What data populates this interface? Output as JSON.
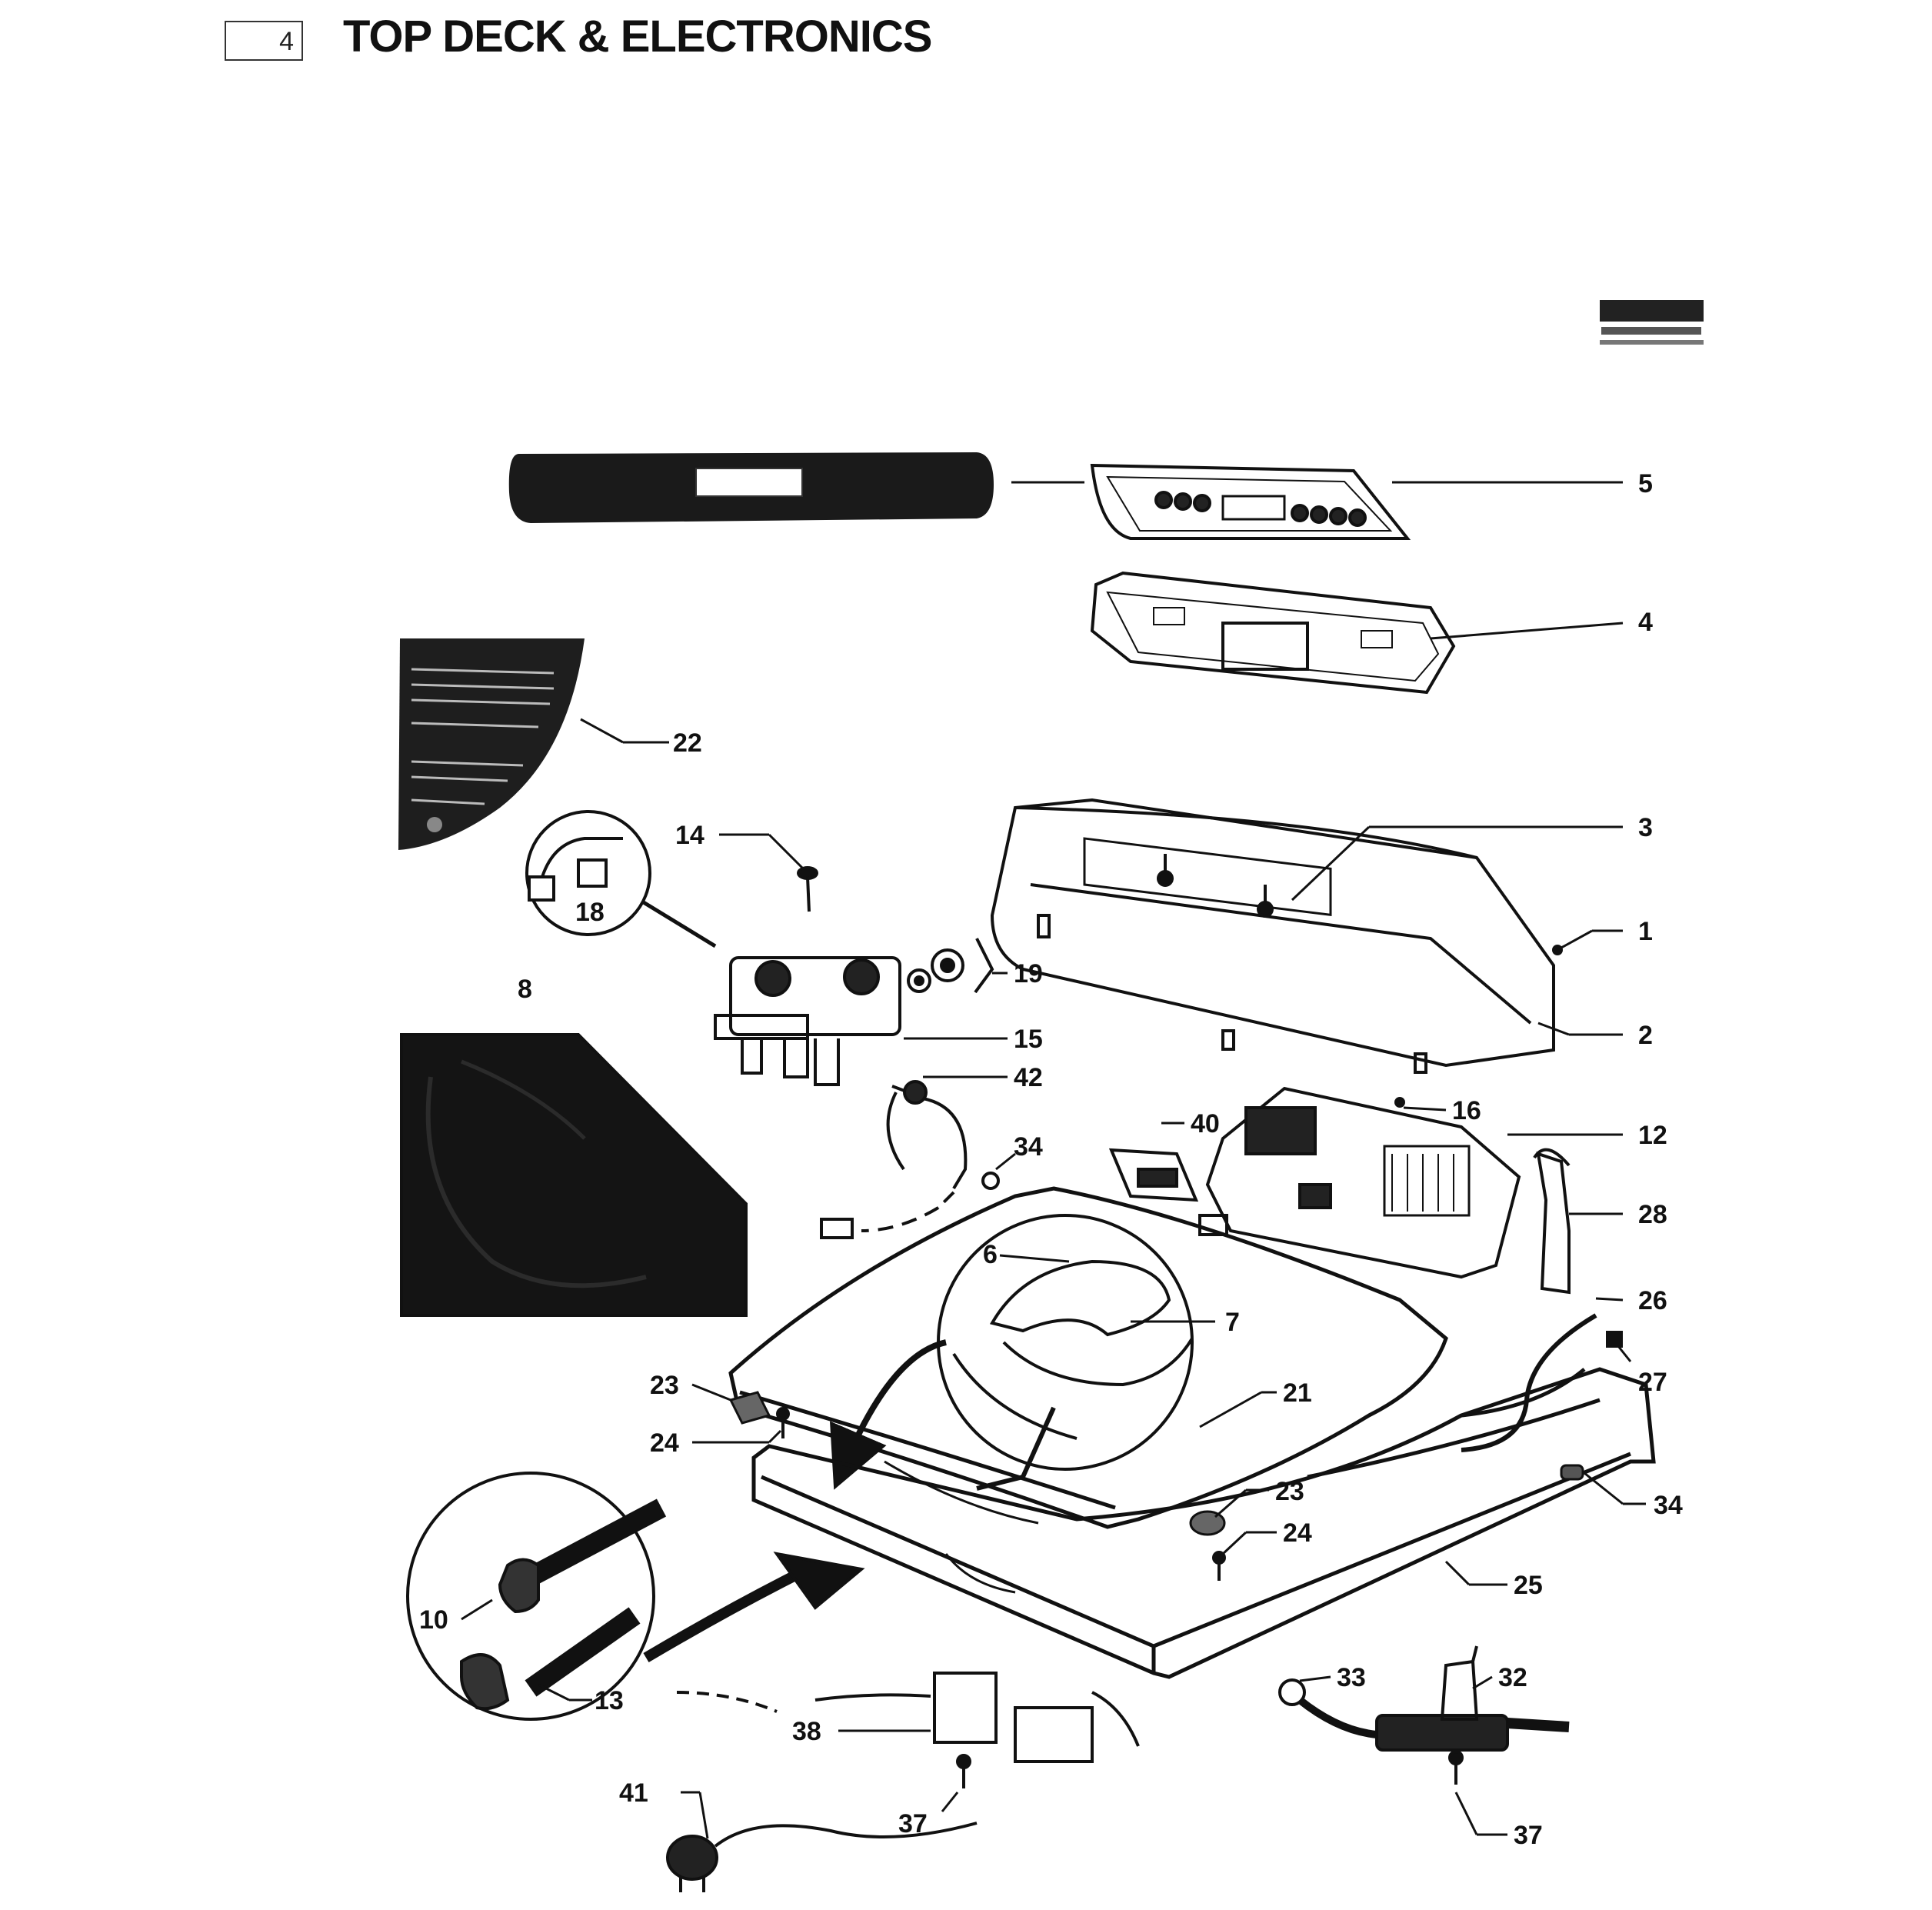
{
  "header": {
    "section_number": "4",
    "title": "TOP DECK & ELECTRONICS"
  },
  "callouts": [
    {
      "id": "c5",
      "label": "5"
    },
    {
      "id": "c4",
      "label": "4"
    },
    {
      "id": "c22",
      "label": "22"
    },
    {
      "id": "c3",
      "label": "3"
    },
    {
      "id": "c14",
      "label": "14"
    },
    {
      "id": "c18",
      "label": "18"
    },
    {
      "id": "c1",
      "label": "1"
    },
    {
      "id": "c19",
      "label": "19"
    },
    {
      "id": "c8",
      "label": "8"
    },
    {
      "id": "c15",
      "label": "15"
    },
    {
      "id": "c2",
      "label": "2"
    },
    {
      "id": "c42",
      "label": "42"
    },
    {
      "id": "c16",
      "label": "16"
    },
    {
      "id": "c40",
      "label": "40"
    },
    {
      "id": "c12",
      "label": "12"
    },
    {
      "id": "c34a",
      "label": "34"
    },
    {
      "id": "c28",
      "label": "28"
    },
    {
      "id": "c6",
      "label": "6"
    },
    {
      "id": "c7",
      "label": "7"
    },
    {
      "id": "c26",
      "label": "26"
    },
    {
      "id": "c27",
      "label": "27"
    },
    {
      "id": "c23a",
      "label": "23"
    },
    {
      "id": "c21",
      "label": "21"
    },
    {
      "id": "c24a",
      "label": "24"
    },
    {
      "id": "c23b",
      "label": "23"
    },
    {
      "id": "c34b",
      "label": "34"
    },
    {
      "id": "c24b",
      "label": "24"
    },
    {
      "id": "c10",
      "label": "10"
    },
    {
      "id": "c25",
      "label": "25"
    },
    {
      "id": "c13",
      "label": "13"
    },
    {
      "id": "c33",
      "label": "33"
    },
    {
      "id": "c32",
      "label": "32"
    },
    {
      "id": "c38",
      "label": "38"
    },
    {
      "id": "c41",
      "label": "41"
    },
    {
      "id": "c37a",
      "label": "37"
    },
    {
      "id": "c37b",
      "label": "37"
    }
  ],
  "colors": {
    "ink": "#111111",
    "panel_dark": "#1a1a1a",
    "mat_dark": "#141414"
  }
}
